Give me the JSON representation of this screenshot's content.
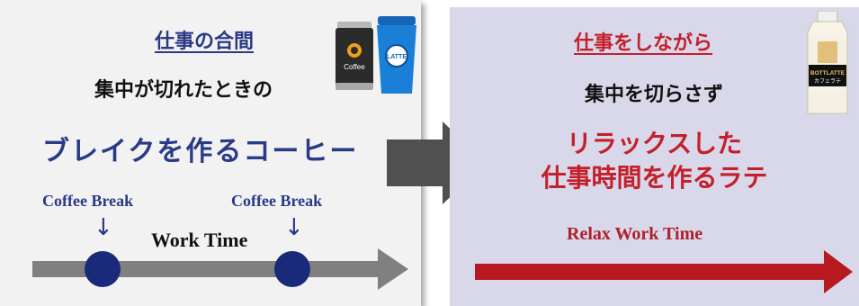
{
  "left": {
    "heading": "仕事の合間",
    "subtitle": "集中が切れたときの",
    "tagline": "ブレイクを作るコーヒー",
    "coffee_break_label": "Coffee Break",
    "work_time_label": "Work Time",
    "can_label": "Coffee",
    "cup_label": "LATTE",
    "colors": {
      "accent": "#2a3a86",
      "arrow": "#808080",
      "dot": "#1a2a7a"
    }
  },
  "right": {
    "heading": "仕事をしながら",
    "subtitle": "集中を切らさず",
    "tagline_lines": [
      "リラックスした",
      "仕事時間を作るラテ"
    ],
    "relax_label": "Relax Work Time",
    "bottle_brand": "BOTTLATTE",
    "bottle_sub": "カフェラテ",
    "colors": {
      "accent": "#c4202b",
      "arrow": "#b8181f",
      "background": "#d8d8ea"
    }
  },
  "transition_arrow_color": "#505050"
}
